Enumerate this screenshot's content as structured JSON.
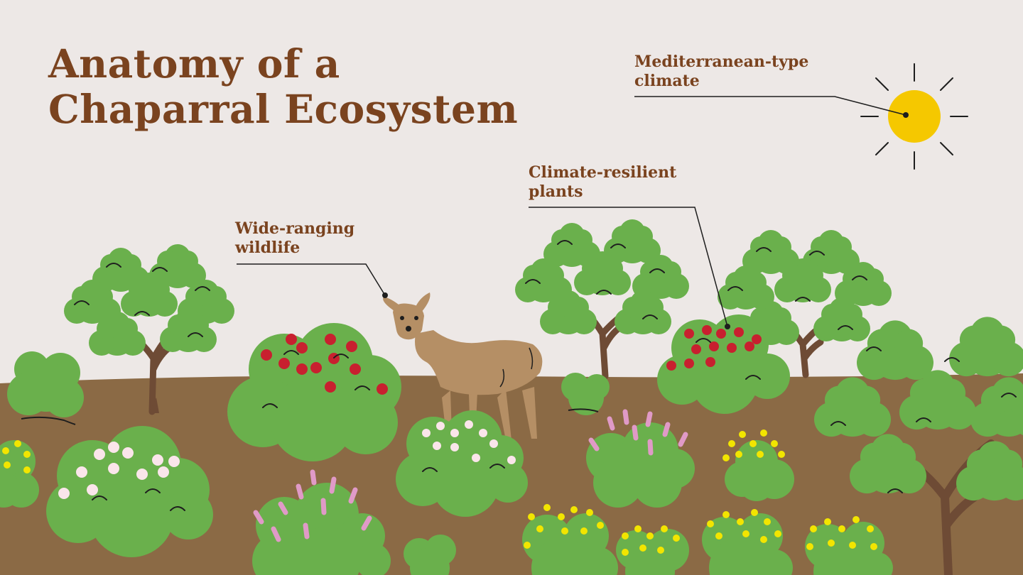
{
  "title": {
    "line1": "Anatomy of a",
    "line2": "Chaparral Ecosystem"
  },
  "labels": {
    "climate": {
      "line1": "Mediterranean-type",
      "line2": "climate"
    },
    "plants": {
      "line1": "Climate-resilient",
      "line2": "plants"
    },
    "wildlife": {
      "line1": "Wide-ranging",
      "line2": "wildlife"
    }
  },
  "icons": [
    "sun-icon",
    "deer-icon",
    "tree-icon",
    "shrub-icon"
  ],
  "colors": {
    "background": "#ede8e6",
    "ground": "#8b6a45",
    "foliage": "#6ab04c",
    "trunk": "#6e4b35",
    "text": "#7a431f",
    "sun": "#f5c800",
    "red_flowers": "#c8202f",
    "white_flowers": "#fae5ea",
    "pink_flowers": "#e09ac7",
    "yellow_flowers": "#f2e500",
    "deer": "#b58f65"
  }
}
